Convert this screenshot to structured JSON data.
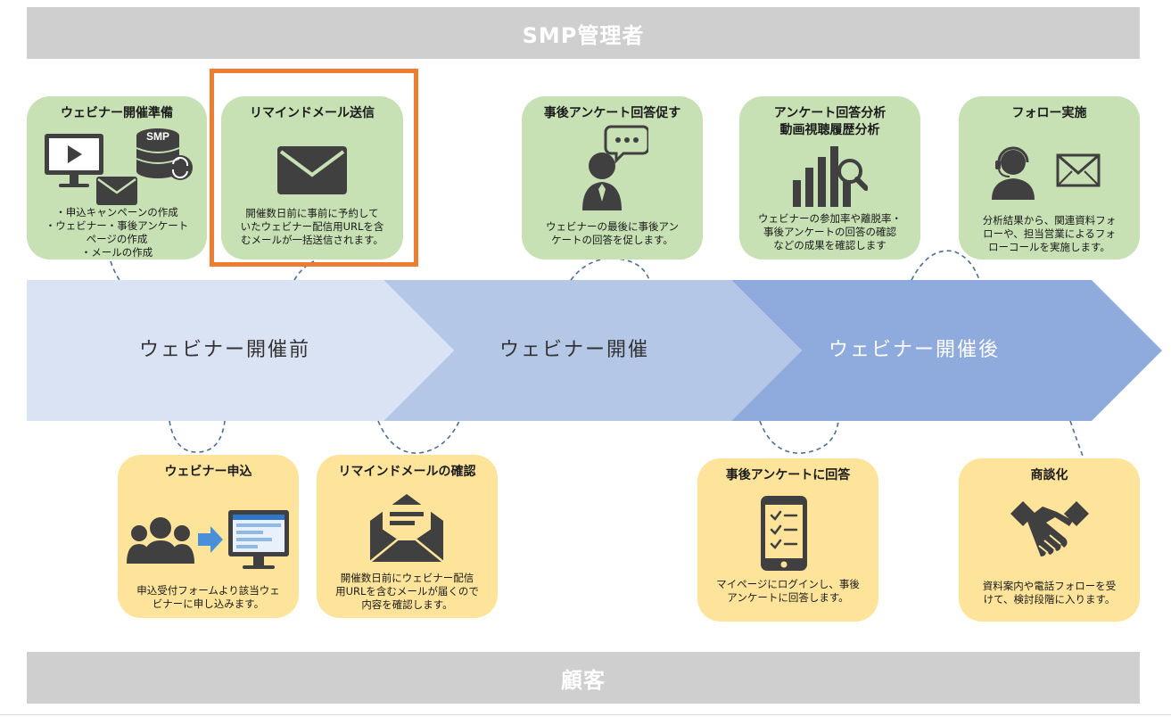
{
  "header": {
    "title": "SMP管理者"
  },
  "footer": {
    "title": "顧客"
  },
  "colors": {
    "banner": "#d0cfcf",
    "admin_card": "#c7e0b4",
    "customer_card": "#fde49a",
    "highlight": "#ed7d31",
    "stage_before": "#dae3f3",
    "stage_during": "#b4c7e7",
    "stage_after": "#8faadc",
    "icon": "#404040"
  },
  "stages": {
    "before": "ウェビナー開催前",
    "during": "ウェビナー開催",
    "after": "ウェビナー開催後"
  },
  "admin_cards": [
    {
      "title": "ウェビナー開催準備",
      "icon": "monitor-db-mail-icon",
      "badge": "SMP",
      "desc": [
        "・申込キャンペーンの作成",
        "・ウェビナー・事後アンケート",
        "ページの作成",
        "・メールの作成"
      ]
    },
    {
      "title": "リマインドメール送信",
      "icon": "envelope-icon",
      "desc": [
        "開催数日前に事前に予約して",
        "いたウェビナー配信用URLを含",
        "むメールが一括送信されます。"
      ]
    },
    {
      "title": "事後アンケート回答促す",
      "icon": "person-speech-icon",
      "desc": [
        "ウェビナーの最後に事後アン",
        "ケートの回答を促します。"
      ]
    },
    {
      "title": "アンケート回答分析\n動画視聴履歴分析",
      "title_lines": [
        "アンケート回答分析",
        "動画視聴履歴分析"
      ],
      "icon": "bar-chart-magnifier-icon",
      "desc": [
        "ウェビナーの参加率や離脱率・",
        "事後アンケートの回答の確認",
        "などの成果を確認します"
      ]
    },
    {
      "title": "フォロー実施",
      "icon": "headset-envelope-icon",
      "desc": [
        "分析結果から、関連資料フォ",
        "ローや、担当営業によるフォ",
        "ローコールを実施します。"
      ]
    }
  ],
  "customer_cards": [
    {
      "title": "ウェビナー申込",
      "icon": "group-to-monitor-icon",
      "desc": [
        "申込受付フォームより該当ウェ",
        "ビナーに申し込みます。"
      ]
    },
    {
      "title": "リマインドメールの確認",
      "icon": "open-envelope-icon",
      "desc": [
        "開催数日前にウェビナー配信",
        "用URLを含むメールが届くので",
        "内容を確認します。"
      ]
    },
    {
      "title": "事後アンケートに回答",
      "icon": "smartphone-checklist-icon",
      "desc": [
        "マイページにログインし、事後",
        "アンケートに回答します。"
      ]
    },
    {
      "title": "商談化",
      "icon": "handshake-icon",
      "desc": [
        "資料案内や電話フォローを受",
        "けて、検討段階に入ります。"
      ]
    }
  ]
}
